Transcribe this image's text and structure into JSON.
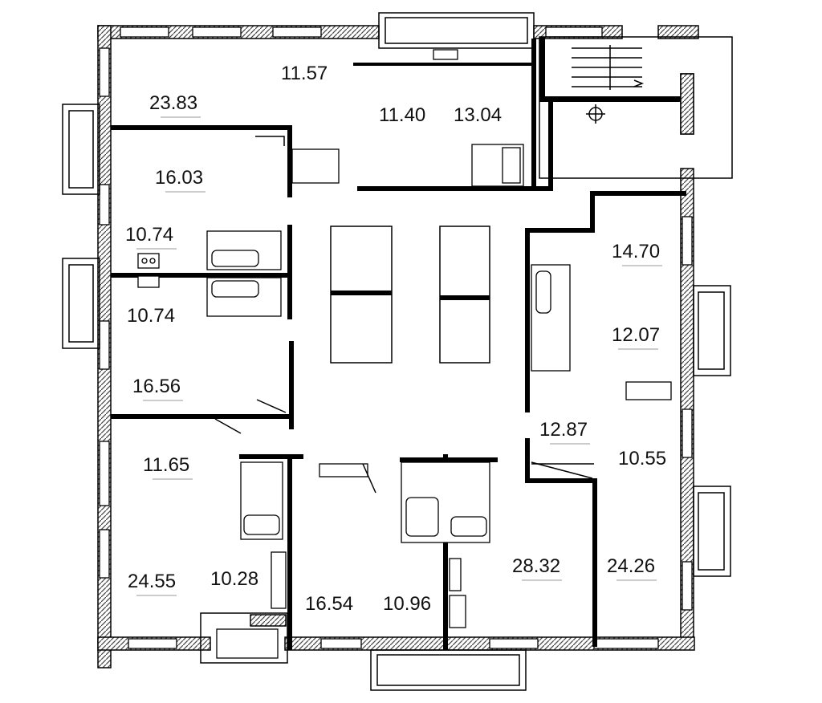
{
  "floor_plan": {
    "room_areas": [
      "23.83",
      "11.57",
      "11.40",
      "13.04",
      "16.03",
      "10.74",
      "10.74",
      "16.56",
      "14.70",
      "12.07",
      "12.87",
      "10.55",
      "11.65",
      "24.55",
      "10.28",
      "16.54",
      "10.96",
      "28.32",
      "24.26"
    ],
    "colors": {
      "wall": "#000000",
      "background": "#ffffff",
      "hatch": "#444444"
    },
    "icons": [
      "stair-arrow-icon",
      "vent-symbol-icon",
      "door-swing-icon",
      "sink-icon",
      "toilet-icon",
      "bathtub-icon",
      "stove-icon",
      "window-icon",
      "balcony-icon"
    ]
  }
}
